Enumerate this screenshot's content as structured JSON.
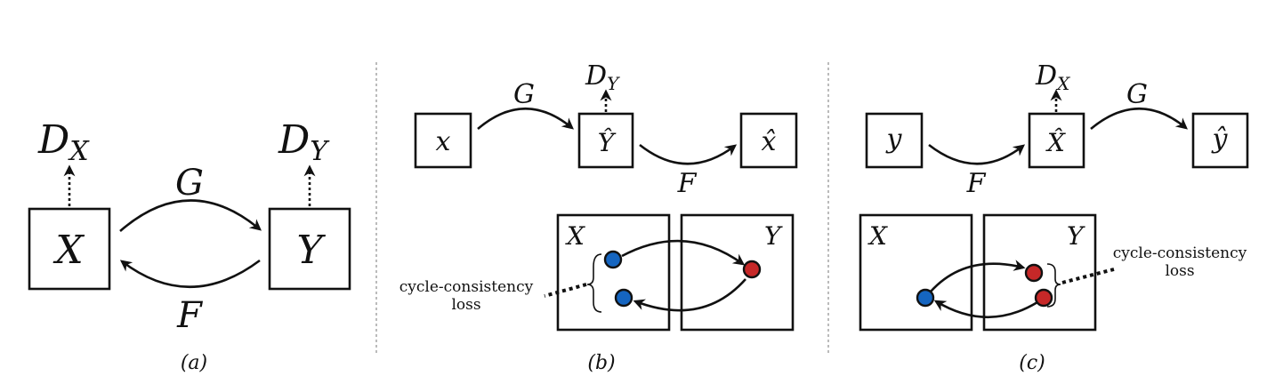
{
  "panel_a": {
    "caption": "(a)",
    "node_x": "X",
    "node_y": "Y",
    "disc_x": "D",
    "disc_x_sub": "X",
    "disc_y": "D",
    "disc_y_sub": "Y",
    "map_g": "G",
    "map_f": "F"
  },
  "panel_b": {
    "caption": "(b)",
    "input": "x",
    "mid": "Ŷ",
    "output": "x̂",
    "disc": "D",
    "disc_sub": "Y",
    "map_g": "G",
    "map_f": "F",
    "domain_left": "X",
    "domain_right": "Y",
    "loss_line1": "cycle-consistency",
    "loss_line2": "loss"
  },
  "panel_c": {
    "caption": "(c)",
    "input": "y",
    "mid": "X̂",
    "output": "ŷ",
    "disc": "D",
    "disc_sub": "X",
    "map_g": "G",
    "map_f": "F",
    "domain_left": "X",
    "domain_right": "Y",
    "loss_line1": "cycle-consistency",
    "loss_line2": "loss"
  },
  "colors": {
    "point_x": "#1565c0",
    "point_y": "#c62828",
    "stroke": "#111111"
  }
}
